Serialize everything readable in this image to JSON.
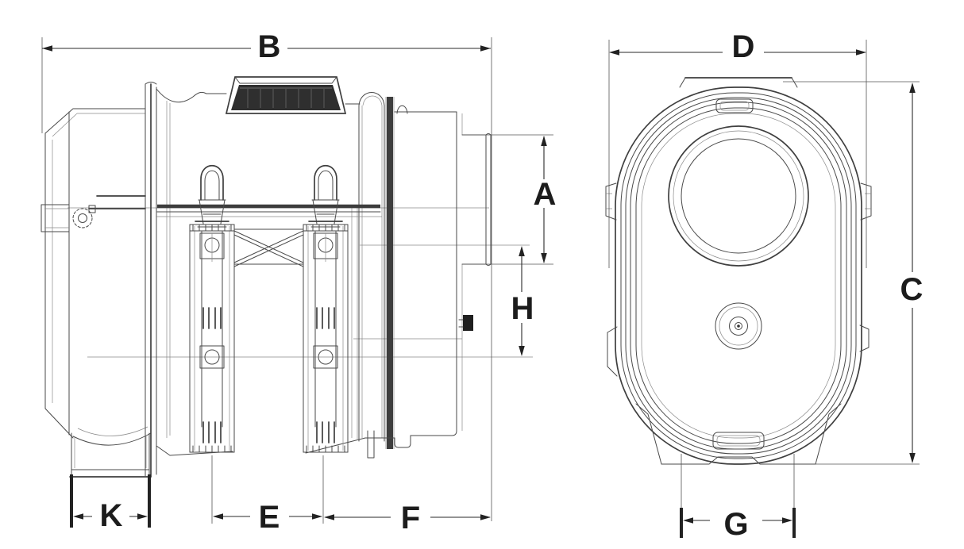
{
  "drawing": {
    "description": "two-view technical dimension drawing of air cleaner housing",
    "labels": {
      "A": "A",
      "B": "B",
      "C": "C",
      "D": "D",
      "E": "E",
      "F": "F",
      "G": "G",
      "H": "H",
      "K": "K"
    },
    "colors": {
      "line": "#4a4a4a",
      "dim_line": "#2a2a2a",
      "label": "#1c1c1c",
      "grille_fill": "#2f2f2f",
      "port_fill": "#1f1f1f",
      "rail_stroke": "#3d3d3d",
      "band_stroke": "#3e3e3e",
      "background": "#ffffff"
    }
  }
}
